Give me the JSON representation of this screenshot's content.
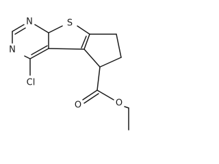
{
  "molecule": {
    "atoms": {
      "n1": "N",
      "n3": "N",
      "s": "S",
      "cl": "Cl",
      "o_carbonyl": "O",
      "o_ester": "O"
    }
  }
}
